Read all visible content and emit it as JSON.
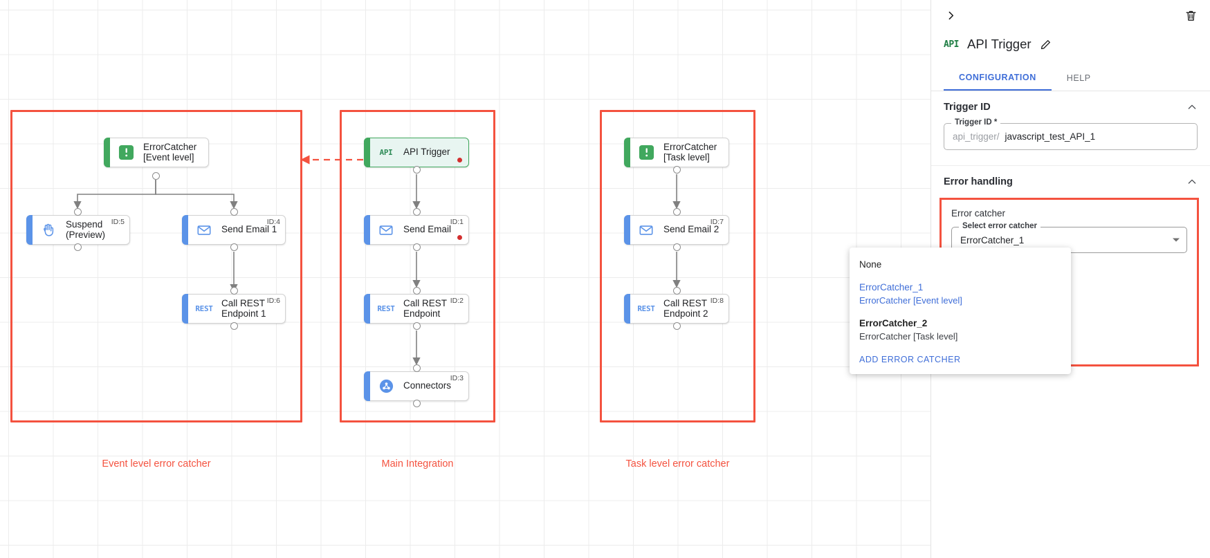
{
  "canvas": {
    "groups": [
      {
        "id": "event-level",
        "label": "Event level error catcher"
      },
      {
        "id": "main-integration",
        "label": "Main Integration"
      },
      {
        "id": "task-level",
        "label": "Task level error catcher"
      }
    ],
    "nodes": [
      {
        "key": "errorcatcher_event",
        "label": "ErrorCatcher\n[Event level]",
        "icon": "exclamation-icon",
        "accent": "green",
        "badge": "",
        "dot": false
      },
      {
        "key": "suspend",
        "label": "Suspend\n(Preview)",
        "icon": "hand-icon",
        "accent": "blue",
        "badge": "ID:5",
        "dot": false
      },
      {
        "key": "send_email_1",
        "label": "Send Email 1",
        "icon": "envelope-icon",
        "accent": "blue",
        "badge": "ID:4",
        "dot": false
      },
      {
        "key": "call_rest_1",
        "label": "Call REST\nEndpoint 1",
        "icon": "rest-icon",
        "accent": "blue",
        "badge": "ID:6",
        "dot": false
      },
      {
        "key": "api_trigger",
        "label": "API Trigger",
        "icon": "api-icon",
        "accent": "green",
        "badge": "",
        "dot": true
      },
      {
        "key": "send_email",
        "label": "Send Email",
        "icon": "envelope-icon",
        "accent": "blue",
        "badge": "ID:1",
        "dot": true
      },
      {
        "key": "call_rest",
        "label": "Call REST\nEndpoint",
        "icon": "rest-icon",
        "accent": "blue",
        "badge": "ID:2",
        "dot": false
      },
      {
        "key": "connectors",
        "label": "Connectors",
        "icon": "connector-icon",
        "accent": "blue",
        "badge": "ID:3",
        "dot": false
      },
      {
        "key": "errorcatcher_task",
        "label": "ErrorCatcher\n[Task level]",
        "icon": "exclamation-icon",
        "accent": "green",
        "badge": "",
        "dot": false
      },
      {
        "key": "send_email_2",
        "label": "Send Email 2",
        "icon": "envelope-icon",
        "accent": "blue",
        "badge": "ID:7",
        "dot": false
      },
      {
        "key": "call_rest_2",
        "label": "Call REST\nEndpoint 2",
        "icon": "rest-icon",
        "accent": "blue",
        "badge": "ID:8",
        "dot": false
      }
    ],
    "glyphs": {
      "rest": "REST",
      "api": "API"
    },
    "accent_color": "#f4523f"
  },
  "panel": {
    "icon_text": "API",
    "title": "API Trigger",
    "tabs": [
      {
        "label": "CONFIGURATION",
        "active": true
      },
      {
        "label": "HELP",
        "active": false
      }
    ],
    "sections": {
      "trigger_id": {
        "heading": "Trigger ID",
        "field_legend": "Trigger ID *",
        "field_prefix": "api_trigger/",
        "field_value": "javascript_test_API_1"
      },
      "error_handling": {
        "heading": "Error handling",
        "error_catcher_label": "Error catcher",
        "select_legend": "Select error catcher",
        "select_value": "ErrorCatcher_1"
      }
    },
    "dropdown": {
      "items": [
        {
          "primary": "None",
          "secondary": "",
          "selected": false,
          "bold": false
        },
        {
          "primary": "ErrorCatcher_1",
          "secondary": "ErrorCatcher [Event level]",
          "selected": true,
          "bold": false
        },
        {
          "primary": "ErrorCatcher_2",
          "secondary": "ErrorCatcher [Task level]",
          "selected": false,
          "bold": true
        }
      ],
      "action_label": "ADD ERROR CATCHER"
    }
  }
}
